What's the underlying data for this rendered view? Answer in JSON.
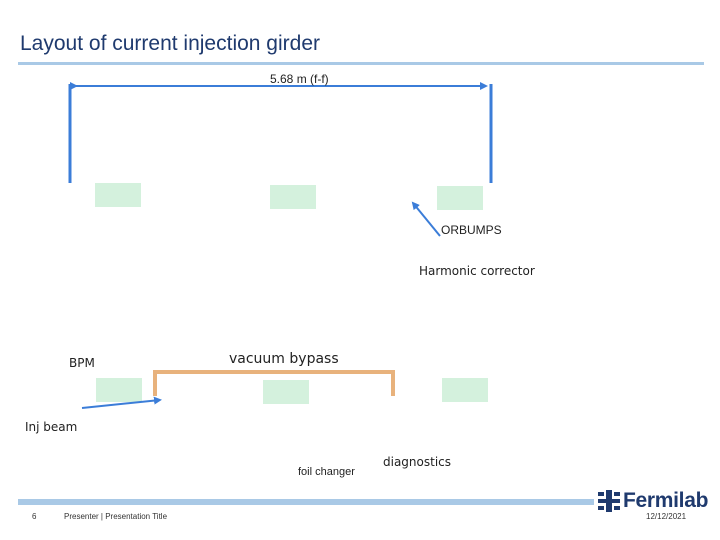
{
  "slide": {
    "title": "Layout of current injection girder",
    "page_number": "6",
    "presenter": "Presenter | Presentation Title",
    "date": "12/12/2021",
    "logo_text": "Fermilab"
  },
  "diagram": {
    "length_label": "5.68 m (f-f)",
    "orbumps_label": "ORBUMPS",
    "harmonic_label": "Harmonic corrector",
    "bpm_label": "BPM",
    "vacuum_label": "vacuum bypass",
    "injbeam_label": "Inj beam",
    "foil_label": "foil changer",
    "diag_label": "diagnostics"
  },
  "colors": {
    "title": "#1f3a6e",
    "line_blue": "#3b7dd8",
    "bypass_orange": "#e8b27c",
    "box_green": "#d4f1dd",
    "rule_blue": "#a9c9e6"
  }
}
